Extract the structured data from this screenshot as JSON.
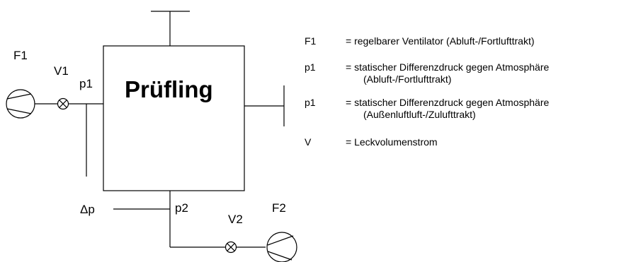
{
  "labels": {
    "box_title": "Prüfling",
    "fan1": "F1",
    "valve1": "V1",
    "pressure1": "p1",
    "delta_p": "Δp",
    "pressure2": "p2",
    "valve2": "V2",
    "fan2": "F2"
  },
  "legend": [
    {
      "symbol": "F1",
      "text": "= regelbarer  Ventilator (Abluft-/Fortlufttrakt)",
      "sub": ""
    },
    {
      "symbol": "p1",
      "text": "= statischer Differenzdruck gegen Atmosphäre",
      "sub": "(Abluft-/Fortlufttrakt)"
    },
    {
      "symbol": "p1",
      "text": "= statischer Differenzdruck gegen Atmosphäre",
      "sub": "(Außenluftluft-/Zulufttrakt)"
    },
    {
      "symbol": "V",
      "text": "= Leckvolumenstrom",
      "sub": ""
    }
  ]
}
